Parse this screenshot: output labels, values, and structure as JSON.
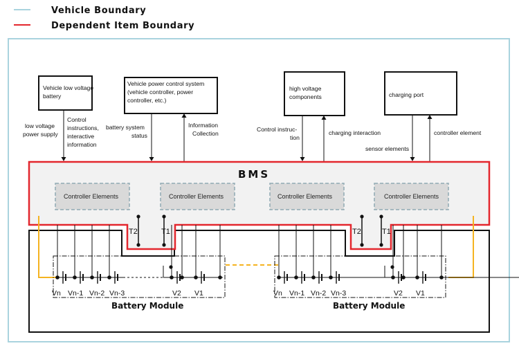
{
  "legend": {
    "vehicle_boundary": "Vehicle Boundary",
    "dependent_item_boundary": "Dependent Item Boundary",
    "vehicle_color": "#a9d3de",
    "dependent_color": "#e3262d"
  },
  "boxes": {
    "lv_battery": [
      "Vehicle low voltage",
      "battery"
    ],
    "power_control": [
      "Vehicle power control system",
      "(vehicle controller, power",
      "controller, etc.)"
    ],
    "hv_components": [
      "high voltage",
      "components"
    ],
    "charging_port": [
      "charging port"
    ]
  },
  "signals": {
    "lv_supply": [
      "low voltage",
      "power supply"
    ],
    "control_info": [
      "Control",
      "instructions,",
      "interactive",
      "information"
    ],
    "battery_status": [
      "battery system",
      "status"
    ],
    "info_collection": [
      "Information",
      "Collection"
    ],
    "control_instruction": [
      "Control instruc-",
      "tion"
    ],
    "charging_interaction": "charging interaction",
    "sensor_elements": "sensor elements",
    "controller_element": "controller element"
  },
  "bms": {
    "title": "BMS",
    "controller_label": "Controller Elements"
  },
  "sensors": {
    "t1": "T1",
    "t2": "T2"
  },
  "modules": {
    "label": "Battery Module",
    "cells": [
      "Vn",
      "Vn-1",
      "Vn-2",
      "Vn-3",
      "V2",
      "V1"
    ]
  },
  "colors": {
    "bus": "#f5b320",
    "bms_fill": "#f2f2f2",
    "controller_fill": "#d9d9d9",
    "controller_border": "#8fa9b3"
  }
}
